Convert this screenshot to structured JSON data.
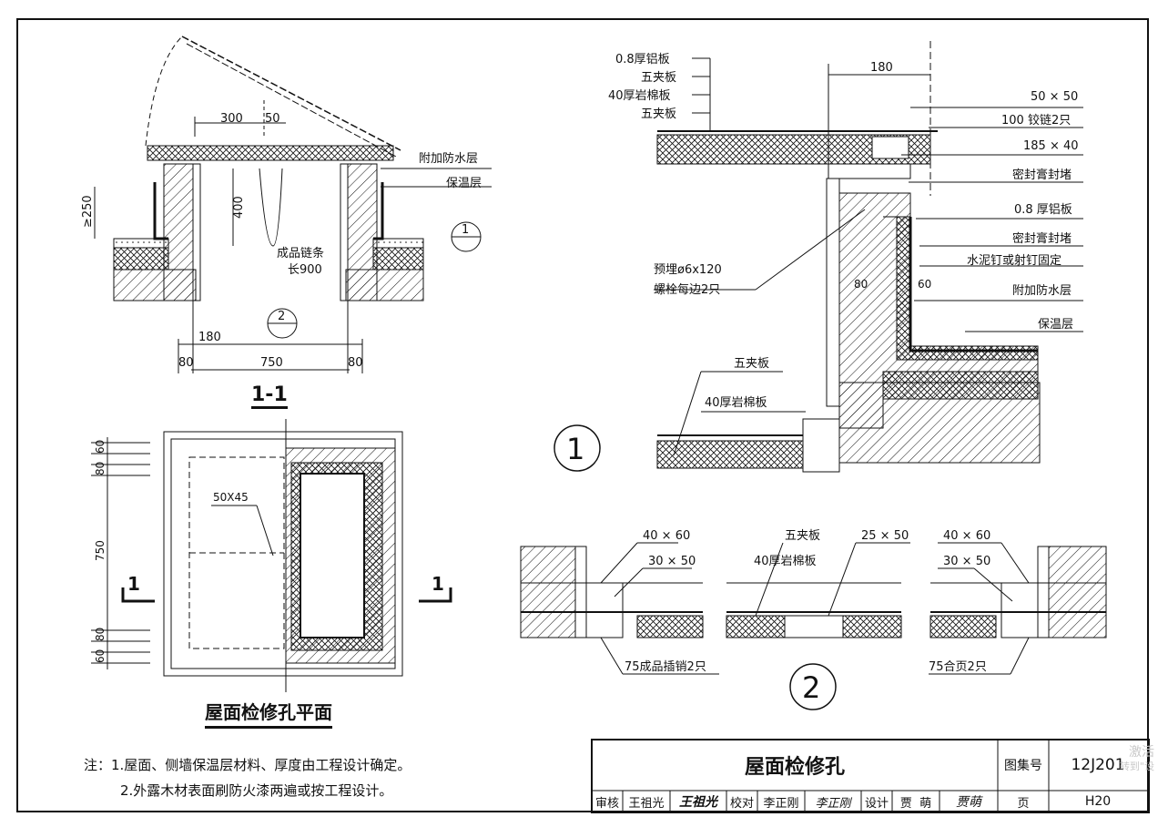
{
  "section_title": "1-1",
  "plan_title": "屋面检修孔平面",
  "detail_1_label": "1",
  "detail_2_label": "2",
  "section_labels": {
    "left": "1",
    "right": "1"
  },
  "ref_marks": {
    "circle_1": "1",
    "circle_2": "2"
  },
  "section_dims": {
    "d300": "300",
    "d50": "50",
    "d250": "≥250",
    "d400": "400",
    "d180": "180",
    "d80a": "80",
    "d750": "750",
    "d80b": "80"
  },
  "section_labels_cn": {
    "chain": "成品链条",
    "chain_len": "长900",
    "waterproof": "附加防水层",
    "insulation": "保温层"
  },
  "plan_dims": {
    "d60a": "60",
    "d80a": "80",
    "d750": "750",
    "d80b": "80",
    "d60b": "60",
    "member": "50X45"
  },
  "detail1": {
    "d180": "180",
    "layers": [
      "0.8厚铝板",
      "五夹板",
      "40厚岩棉板",
      "五夹板"
    ],
    "right_labels": [
      "50 × 50",
      "100 铰链2只",
      "185 × 40",
      "密封膏封堵",
      "0.8 厚铝板",
      "密封膏封堵",
      "水泥钉或射钉固定",
      "附加防水层",
      "保温层"
    ],
    "bolt_1": "预埋ø6x120",
    "bolt_2": "螺栓每边2只",
    "d80": "80",
    "d60": "60",
    "lower_labels": [
      "五夹板",
      "40厚岩棉板"
    ]
  },
  "detail2": {
    "left_top": "40 × 60",
    "left_mid": "30 × 50",
    "left_bottom": "75成品插销2只",
    "mid_1": "五夹板",
    "mid_2": "25 × 50",
    "mid_3": "40厚岩棉板",
    "right_top": "40 × 60",
    "right_mid": "30 × 50",
    "right_bottom": "75合页2只"
  },
  "notes": {
    "line1": "注：1.屋面、侧墙保温层材料、厚度由工程设计确定。",
    "line2": "2.外露木材表面刷防火漆两遍或按工程设计。"
  },
  "title_block": {
    "title": "屋面检修孔",
    "atlas_label": "图集号",
    "atlas_no": "12J201",
    "page_label": "页",
    "page_no": "H20",
    "review_label": "审核",
    "review_name": "王祖光",
    "review_sig": "王祖光",
    "check_label": "校对",
    "check_name": "李正刚",
    "check_sig": "李正刚",
    "design_label": "设计",
    "design_name": "贾  萌",
    "design_sig": "贾萌"
  },
  "watermark": {
    "line1": "激活",
    "line2": "转到\"设"
  }
}
